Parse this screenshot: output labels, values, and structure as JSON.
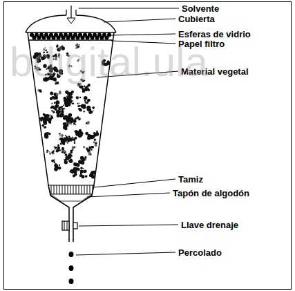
{
  "diagram": {
    "labels": [
      "Solvente",
      "Cubierta",
      "Esferas de vidrio",
      "Papel filtro",
      "Material vegetal",
      "Tamiz",
      "Tapón de algodón",
      "Llave drenaje",
      "Percolado",
      "bdigital.ula"
    ]
  }
}
